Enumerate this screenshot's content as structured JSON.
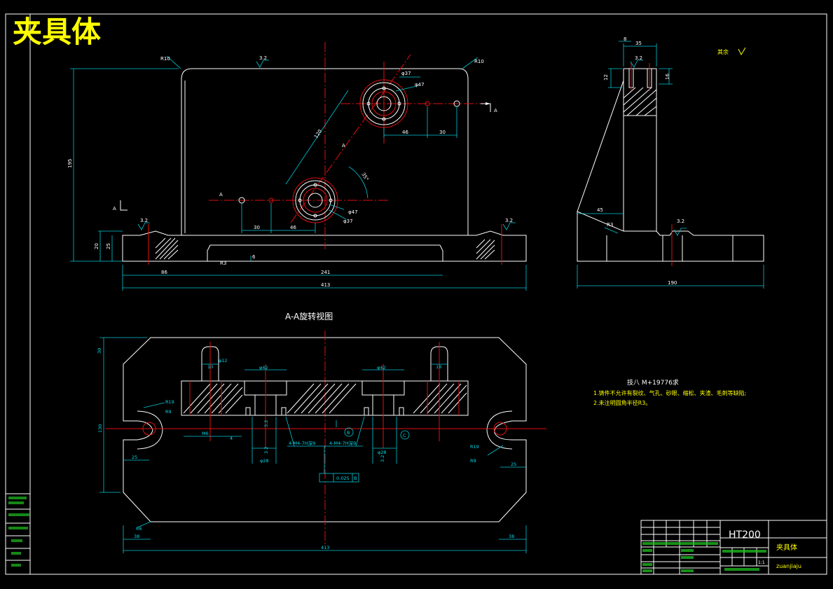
{
  "title": "夹具体",
  "section_label": "A-A旋转视图",
  "section_marks": {
    "a": "A"
  },
  "front_view": {
    "radius_left": "R10",
    "radius_right": "R10",
    "roughness": "3.2",
    "d37_top": "φ37",
    "d47_top": "φ47",
    "d37_bot": "φ37",
    "d47_bot": "φ47",
    "dim_195": "195",
    "dim_30_left": "30",
    "dim_46_left": "46",
    "dim_46_right": "46",
    "dim_30_right": "30",
    "dim_120": "120",
    "angle": "35°",
    "dim_20": "20",
    "dim_25": "25",
    "dim_r3": "R3",
    "dim_6": "6",
    "dim_86": "86",
    "dim_241": "241",
    "dim_413": "413"
  },
  "side_view": {
    "dim_8": "8",
    "dim_35": "35",
    "dim_12": "12",
    "dim_16": "16",
    "dim_45": "45",
    "dim_r3": "R3",
    "dim_190": "190",
    "roughness": "3.2",
    "other_note": "其余"
  },
  "plan_view": {
    "dim_30_top": "30",
    "dim_10": "10",
    "d12": "φ12",
    "d42_left": "φ42",
    "d42_right": "φ42",
    "dim_18": "18",
    "r19_left": "R19",
    "r9_left": "R9",
    "dim_130": "130",
    "m6": "M6",
    "dim_4": "4",
    "thread_left": "4-M4-7H深9",
    "thread_right": "4-M4-7H深9",
    "d28_left": "φ28",
    "d28_right": "φ28",
    "dim_25_left": "25",
    "dim_25_right": "25",
    "r19_right": "R19",
    "r9_right": "R9",
    "tol_value": "0.025",
    "tol_datum": "B",
    "datum_b": "B",
    "datum_c": "C",
    "r6": "R6",
    "dim_38_left": "38",
    "dim_38_right": "38",
    "dim_413": "413",
    "rough_32": "3.2"
  },
  "tech_req": {
    "heading": "技八 M+19776求",
    "line1": "1.铸件不允许有裂纹、气孔、砂眼、缩松、夹渣、毛刺等缺陷;",
    "line2": "2.未注明圆角半径R3。"
  },
  "title_block": {
    "material": "HT200",
    "part_name": "夹具体",
    "pinyin": "zuanjiaju",
    "scale": "1:1"
  }
}
